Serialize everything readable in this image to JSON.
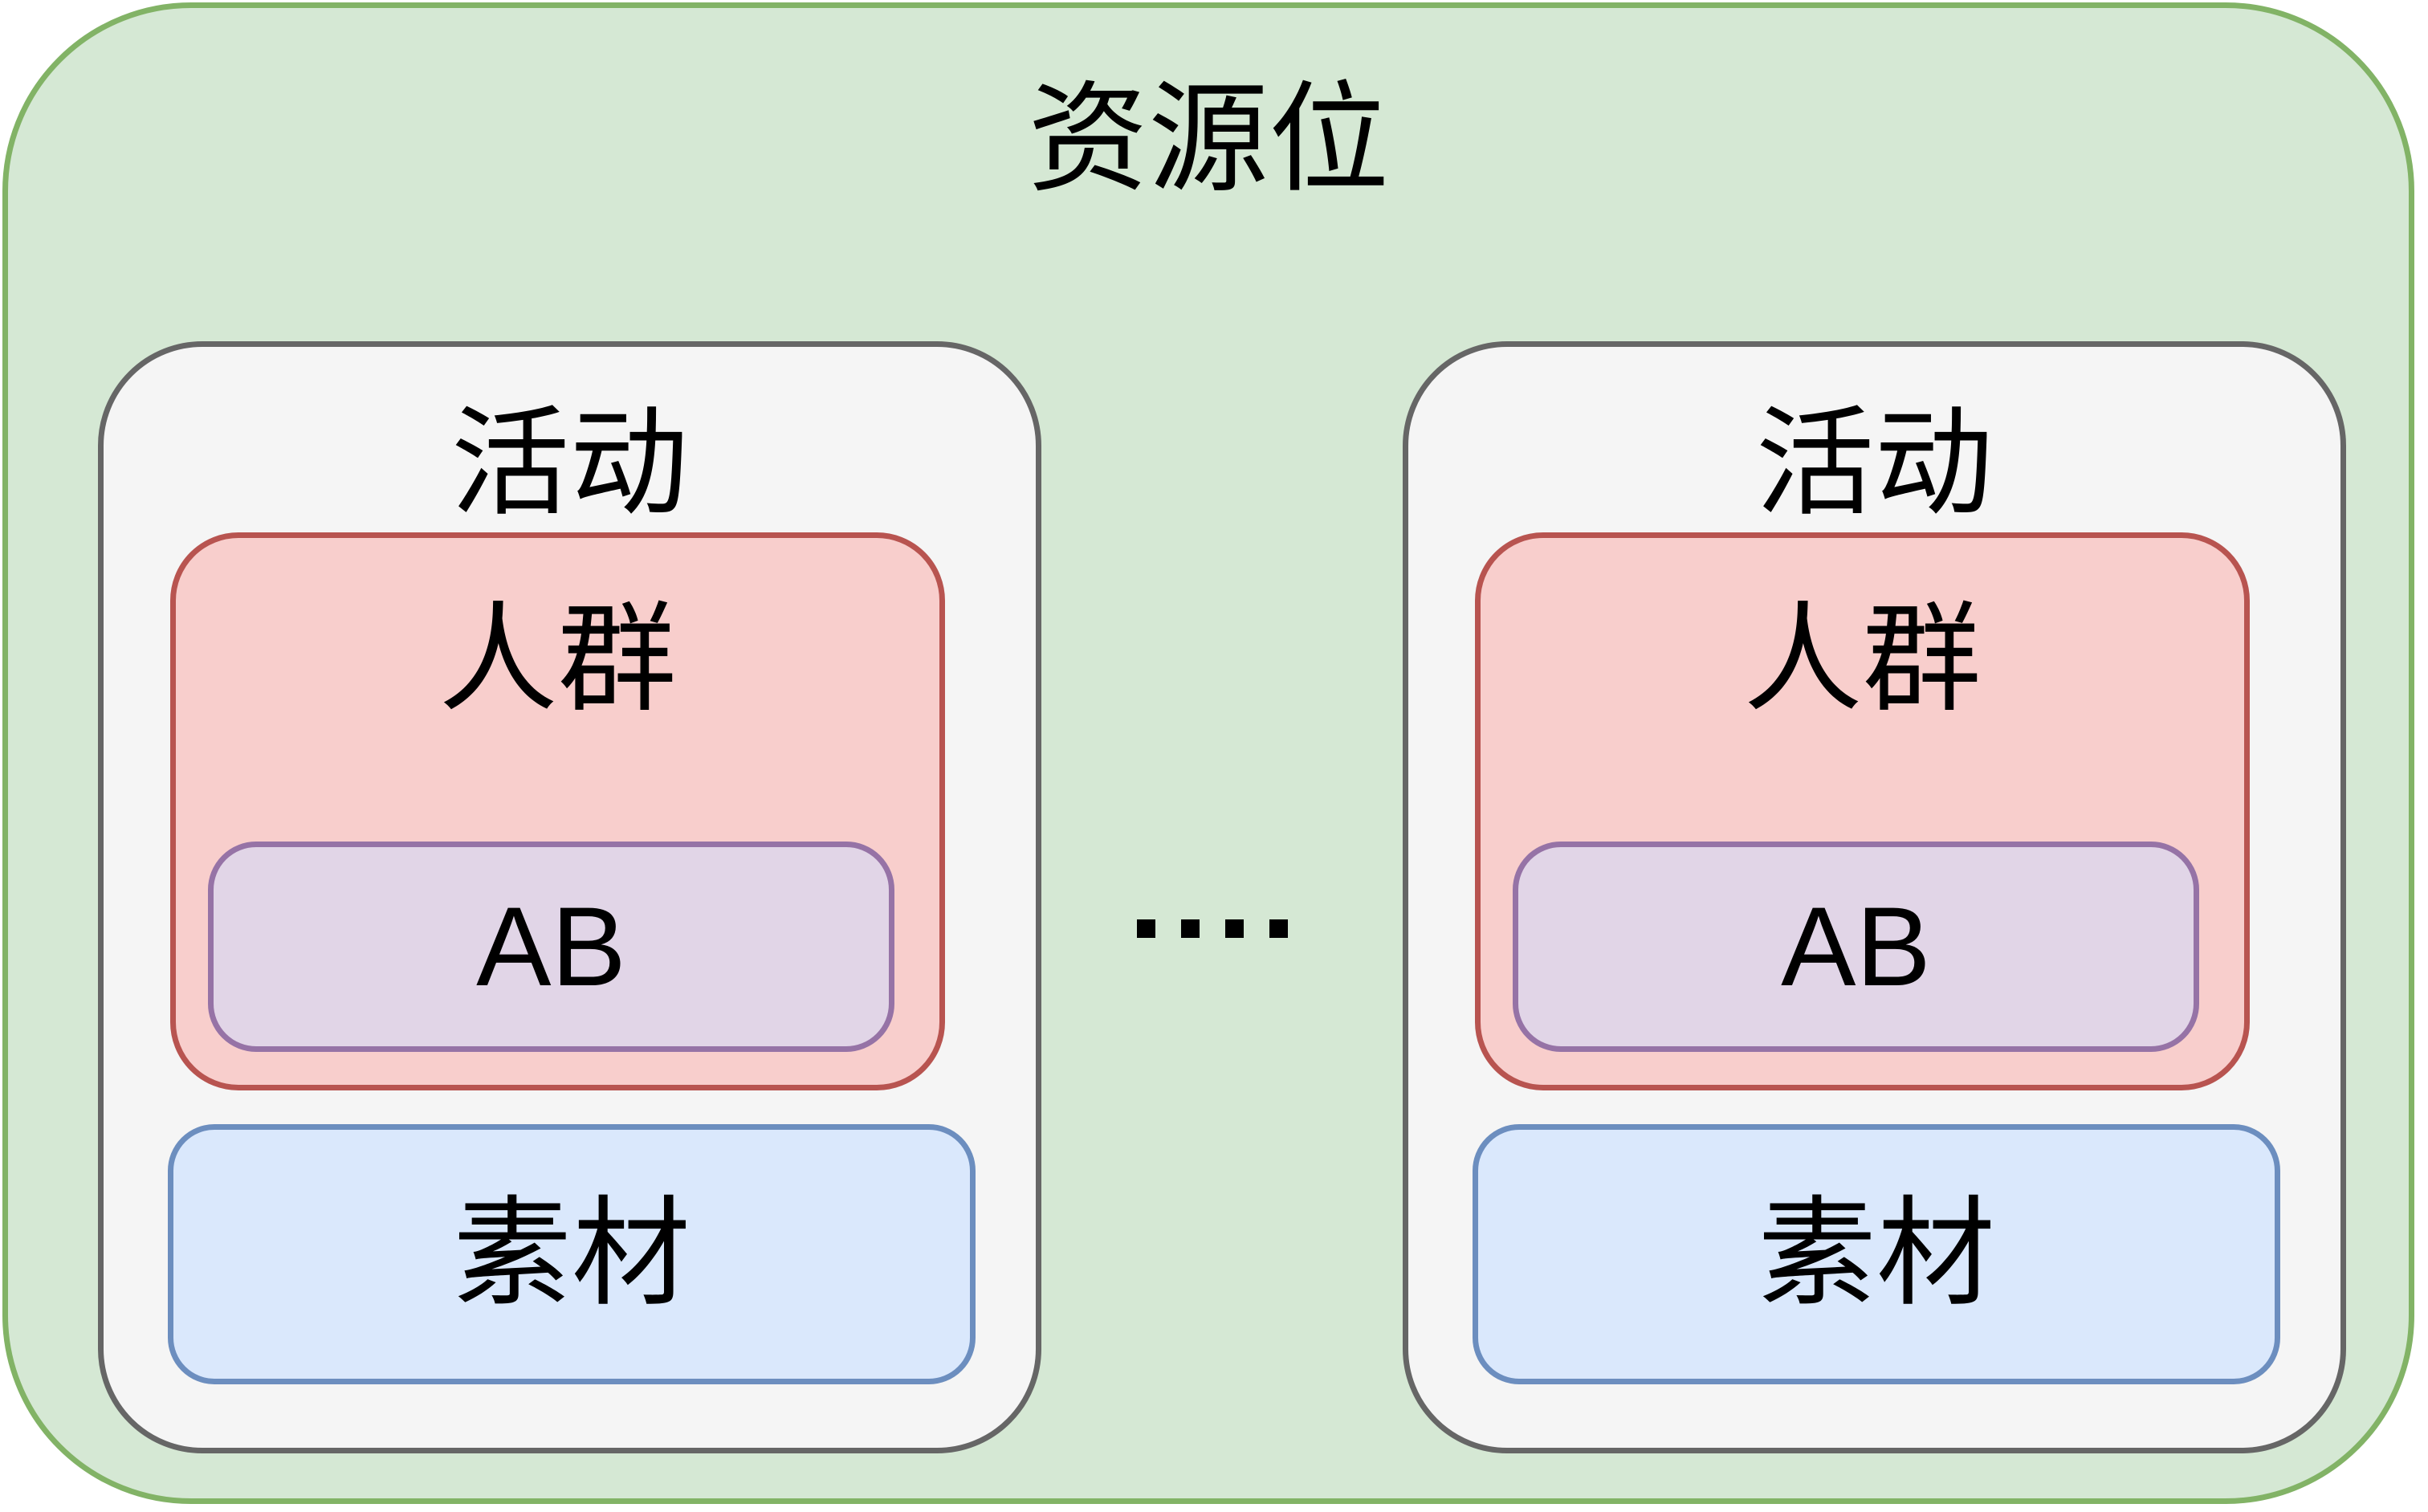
{
  "diagram": {
    "container": {
      "label": "资源位",
      "fill": "#d5e8d4",
      "stroke": "#82b366"
    },
    "activities": [
      {
        "label": "活动",
        "fill": "#f5f5f5",
        "stroke": "#666666",
        "crowd": {
          "label": "人群",
          "fill": "#f8cecc",
          "stroke": "#b85450",
          "ab_test": {
            "label": "AB",
            "fill": "#e1d5e7",
            "stroke": "#9673a6"
          }
        },
        "material": {
          "label": "素材",
          "fill": "#dae8fc",
          "stroke": "#6c8ebf"
        }
      },
      {
        "label": "活动",
        "fill": "#f5f5f5",
        "stroke": "#666666",
        "crowd": {
          "label": "人群",
          "fill": "#f8cecc",
          "stroke": "#b85450",
          "ab_test": {
            "label": "AB",
            "fill": "#e1d5e7",
            "stroke": "#9673a6"
          }
        },
        "material": {
          "label": "素材",
          "fill": "#dae8fc",
          "stroke": "#6c8ebf"
        }
      }
    ],
    "more_indicator": {
      "dot_count": 4,
      "color": "#000000"
    },
    "text_color": "#000000"
  }
}
